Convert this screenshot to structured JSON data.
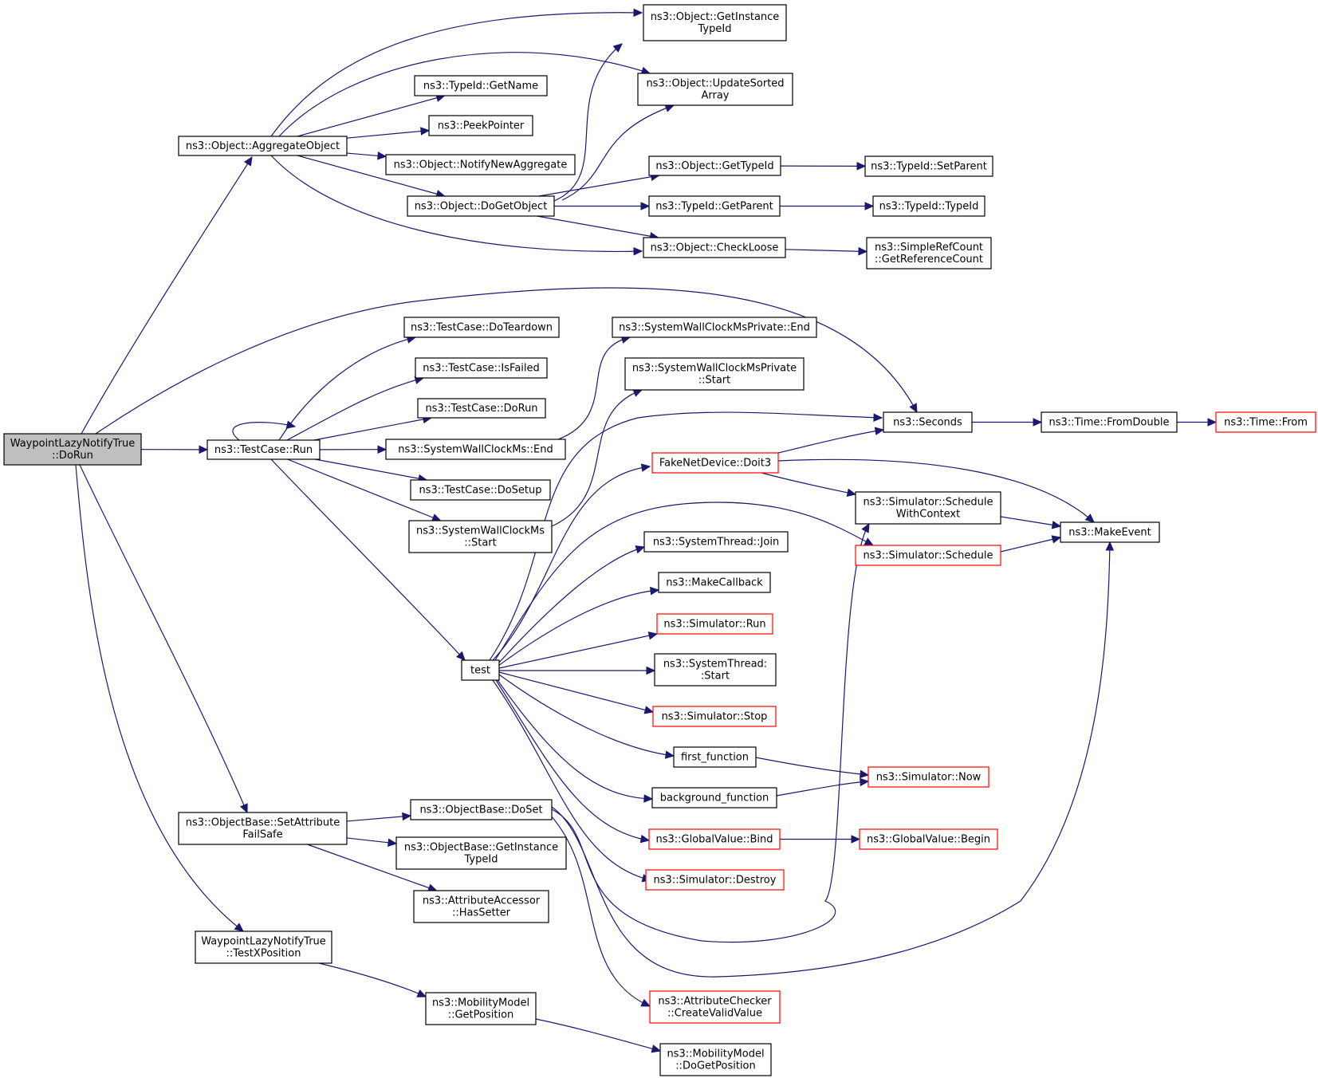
{
  "colors": {
    "edge": "#191970",
    "node_border": "#000000",
    "node_border_truncated": "#ff0000",
    "root_fill": "#bfbfbf",
    "node_fill": "#ffffff",
    "background": "#ffffff"
  },
  "nodes": [
    {
      "id": "root",
      "lines": [
        "WaypointLazyNotifyTrue",
        "::DoRun"
      ],
      "root": true
    },
    {
      "id": "aggregate",
      "lines": [
        "ns3::Object::AggregateObject"
      ]
    },
    {
      "id": "getinstancetypeid",
      "lines": [
        "ns3::Object::GetInstance",
        "TypeId"
      ]
    },
    {
      "id": "updatesorted",
      "lines": [
        "ns3::Object::UpdateSorted",
        "Array"
      ]
    },
    {
      "id": "getname",
      "lines": [
        "ns3::TypeId::GetName"
      ]
    },
    {
      "id": "peekpointer",
      "lines": [
        "ns3::PeekPointer"
      ]
    },
    {
      "id": "notifynewagg",
      "lines": [
        "ns3::Object::NotifyNewAggregate"
      ]
    },
    {
      "id": "dogetobject",
      "lines": [
        "ns3::Object::DoGetObject"
      ]
    },
    {
      "id": "gettypeid",
      "lines": [
        "ns3::Object::GetTypeId"
      ]
    },
    {
      "id": "setparent",
      "lines": [
        "ns3::TypeId::SetParent"
      ]
    },
    {
      "id": "getparent",
      "lines": [
        "ns3::TypeId::GetParent"
      ]
    },
    {
      "id": "typeid",
      "lines": [
        "ns3::TypeId::TypeId"
      ]
    },
    {
      "id": "checkloose",
      "lines": [
        "ns3::Object::CheckLoose"
      ]
    },
    {
      "id": "getrefcount",
      "lines": [
        "ns3::SimpleRefCount",
        "::GetReferenceCount"
      ]
    },
    {
      "id": "teardown",
      "lines": [
        "ns3::TestCase::DoTeardown"
      ]
    },
    {
      "id": "isfailed",
      "lines": [
        "ns3::TestCase::IsFailed"
      ]
    },
    {
      "id": "tcdorun",
      "lines": [
        "ns3::TestCase::DoRun"
      ]
    },
    {
      "id": "tcrun",
      "lines": [
        "ns3::TestCase::Run"
      ]
    },
    {
      "id": "swcend",
      "lines": [
        "ns3::SystemWallClockMs::End"
      ]
    },
    {
      "id": "dosetup",
      "lines": [
        "ns3::TestCase::DoSetup"
      ]
    },
    {
      "id": "swcstart",
      "lines": [
        "ns3::SystemWallClockMs",
        "::Start"
      ]
    },
    {
      "id": "swcpend",
      "lines": [
        "ns3::SystemWallClockMsPrivate::End"
      ]
    },
    {
      "id": "swcpstart",
      "lines": [
        "ns3::SystemWallClockMsPrivate",
        "::Start"
      ]
    },
    {
      "id": "seconds",
      "lines": [
        "ns3::Seconds"
      ]
    },
    {
      "id": "fromdouble",
      "lines": [
        "ns3::Time::FromDouble"
      ]
    },
    {
      "id": "timefrom",
      "lines": [
        "ns3::Time::From"
      ],
      "truncated": true
    },
    {
      "id": "doit3",
      "lines": [
        "FakeNetDevice::Doit3"
      ],
      "truncated": true
    },
    {
      "id": "schedctx",
      "lines": [
        "ns3::Simulator::Schedule",
        "WithContext"
      ]
    },
    {
      "id": "makeevent",
      "lines": [
        "ns3::MakeEvent"
      ]
    },
    {
      "id": "schedule",
      "lines": [
        "ns3::Simulator::Schedule"
      ],
      "truncated": true
    },
    {
      "id": "stjoin",
      "lines": [
        "ns3::SystemThread::Join"
      ]
    },
    {
      "id": "makecallback",
      "lines": [
        "ns3::MakeCallback"
      ]
    },
    {
      "id": "simrun",
      "lines": [
        "ns3::Simulator::Run"
      ],
      "truncated": true
    },
    {
      "id": "test",
      "lines": [
        "test"
      ]
    },
    {
      "id": "ststart",
      "lines": [
        "ns3::SystemThread:",
        ":Start"
      ]
    },
    {
      "id": "simstop",
      "lines": [
        "ns3::Simulator::Stop"
      ],
      "truncated": true
    },
    {
      "id": "firstfn",
      "lines": [
        "first_function"
      ]
    },
    {
      "id": "simnow",
      "lines": [
        "ns3::Simulator::Now"
      ],
      "truncated": true
    },
    {
      "id": "bgfn",
      "lines": [
        "background_function"
      ]
    },
    {
      "id": "gvbind",
      "lines": [
        "ns3::GlobalValue::Bind"
      ],
      "truncated": true
    },
    {
      "id": "gvbegin",
      "lines": [
        "ns3::GlobalValue::Begin"
      ],
      "truncated": true
    },
    {
      "id": "simdestroy",
      "lines": [
        "ns3::Simulator::Destroy"
      ],
      "truncated": true
    },
    {
      "id": "setattrfs",
      "lines": [
        "ns3::ObjectBase::SetAttribute",
        "FailSafe"
      ]
    },
    {
      "id": "doset",
      "lines": [
        "ns3::ObjectBase::DoSet"
      ]
    },
    {
      "id": "obgetinst",
      "lines": [
        "ns3::ObjectBase::GetInstance",
        "TypeId"
      ]
    },
    {
      "id": "hassetter",
      "lines": [
        "ns3::AttributeAccessor",
        "::HasSetter"
      ]
    },
    {
      "id": "testxpos",
      "lines": [
        "WaypointLazyNotifyTrue",
        "::TestXPosition"
      ]
    },
    {
      "id": "getposition",
      "lines": [
        "ns3::MobilityModel",
        "::GetPosition"
      ]
    },
    {
      "id": "createvalid",
      "lines": [
        "ns3::AttributeChecker",
        "::CreateValidValue"
      ],
      "truncated": true
    },
    {
      "id": "dogetposition",
      "lines": [
        "ns3::MobilityModel",
        "::DoGetPosition"
      ]
    }
  ],
  "edges": [
    [
      "root",
      "aggregate"
    ],
    [
      "root",
      "tcrun"
    ],
    [
      "root",
      "seconds"
    ],
    [
      "root",
      "setattrfs"
    ],
    [
      "root",
      "testxpos"
    ],
    [
      "aggregate",
      "getinstancetypeid"
    ],
    [
      "aggregate",
      "updatesorted"
    ],
    [
      "aggregate",
      "getname"
    ],
    [
      "aggregate",
      "peekpointer"
    ],
    [
      "aggregate",
      "notifynewagg"
    ],
    [
      "aggregate",
      "dogetobject"
    ],
    [
      "aggregate",
      "checkloose"
    ],
    [
      "dogetobject",
      "getinstancetypeid"
    ],
    [
      "dogetobject",
      "updatesorted"
    ],
    [
      "dogetobject",
      "gettypeid"
    ],
    [
      "dogetobject",
      "getparent"
    ],
    [
      "dogetobject",
      "checkloose"
    ],
    [
      "gettypeid",
      "setparent"
    ],
    [
      "getparent",
      "typeid"
    ],
    [
      "checkloose",
      "getrefcount"
    ],
    [
      "tcrun",
      "tcrun"
    ],
    [
      "tcrun",
      "teardown"
    ],
    [
      "tcrun",
      "isfailed"
    ],
    [
      "tcrun",
      "tcdorun"
    ],
    [
      "tcrun",
      "swcend"
    ],
    [
      "tcrun",
      "dosetup"
    ],
    [
      "tcrun",
      "swcstart"
    ],
    [
      "tcrun",
      "test"
    ],
    [
      "swcend",
      "swcpend"
    ],
    [
      "swcstart",
      "swcpstart"
    ],
    [
      "seconds",
      "fromdouble"
    ],
    [
      "fromdouble",
      "timefrom"
    ],
    [
      "test",
      "seconds"
    ],
    [
      "test",
      "doit3"
    ],
    [
      "test",
      "schedule"
    ],
    [
      "test",
      "stjoin"
    ],
    [
      "test",
      "makecallback"
    ],
    [
      "test",
      "simrun"
    ],
    [
      "test",
      "ststart"
    ],
    [
      "test",
      "simstop"
    ],
    [
      "test",
      "firstfn"
    ],
    [
      "test",
      "bgfn"
    ],
    [
      "test",
      "gvbind"
    ],
    [
      "test",
      "simdestroy"
    ],
    [
      "doit3",
      "seconds"
    ],
    [
      "doit3",
      "schedctx"
    ],
    [
      "doit3",
      "makeevent"
    ],
    [
      "schedctx",
      "makeevent"
    ],
    [
      "schedule",
      "makeevent"
    ],
    [
      "firstfn",
      "simnow"
    ],
    [
      "bgfn",
      "simnow"
    ],
    [
      "gvbind",
      "gvbegin"
    ],
    [
      "setattrfs",
      "doset"
    ],
    [
      "setattrfs",
      "obgetinst"
    ],
    [
      "setattrfs",
      "hassetter"
    ],
    [
      "doset",
      "schedctx"
    ],
    [
      "doset",
      "makeevent"
    ],
    [
      "doset",
      "createvalid"
    ],
    [
      "testxpos",
      "getposition"
    ],
    [
      "getposition",
      "dogetposition"
    ]
  ]
}
